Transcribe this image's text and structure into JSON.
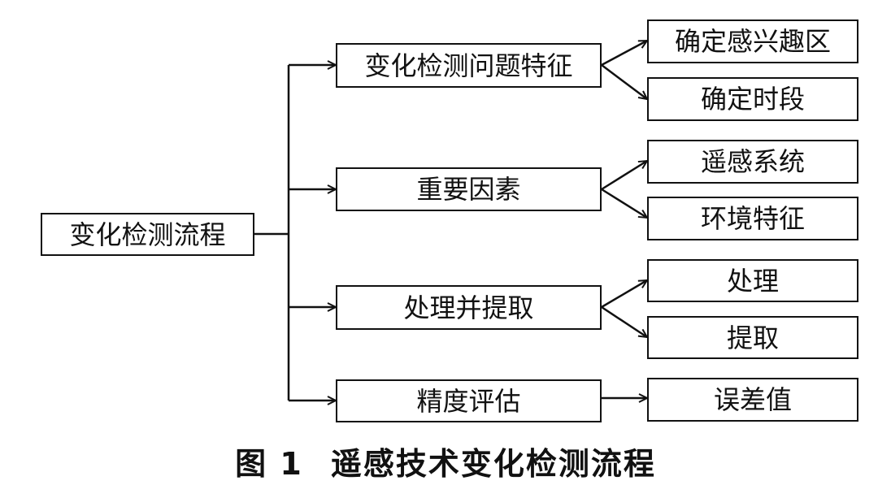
{
  "diagram": {
    "root": {
      "label": "变化检测流程"
    },
    "branches": [
      {
        "label": "变化检测问题特征",
        "children": [
          {
            "label": "确定感兴趣区"
          },
          {
            "label": "确定时段"
          }
        ]
      },
      {
        "label": "重要因素",
        "children": [
          {
            "label": "遥感系统"
          },
          {
            "label": "环境特征"
          }
        ]
      },
      {
        "label": "处理并提取",
        "children": [
          {
            "label": "处理"
          },
          {
            "label": "提取"
          }
        ]
      },
      {
        "label": "精度评估",
        "children": [
          {
            "label": "误差值"
          }
        ]
      }
    ]
  },
  "caption": {
    "number": "图 1",
    "text": "遥感技术变化检测流程"
  },
  "colors": {
    "stroke": "#111111",
    "background": "#ffffff",
    "text": "#111111"
  }
}
